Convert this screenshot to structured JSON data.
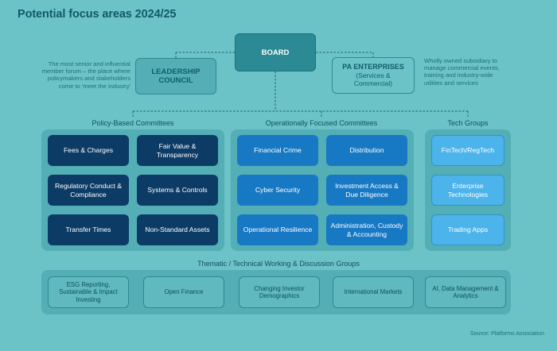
{
  "title": "Potential focus areas 2024/25",
  "board": "BOARD",
  "leadership": {
    "line1": "LEADERSHIP",
    "line2": "COUNCIL"
  },
  "leadership_note": [
    "The most senior and influential",
    "member forum – the place where",
    "policymakers and stakeholders",
    "come to 'meet the industry'"
  ],
  "pae": {
    "line1": "PA ENTERPRISES",
    "line2": "(Services &",
    "line3": "Commercial)"
  },
  "pae_note": [
    "Wholly owned subsidiary to",
    "manage commercial events,",
    "training and industry-wide",
    "utilities and services"
  ],
  "groups": {
    "policy": {
      "label": "Policy-Based Committees",
      "items": [
        "Fees & Charges",
        "Fair Value & Transparency",
        "Regulatory Conduct & Compliance",
        "Systems & Controls",
        "Transfer Times",
        "Non-Standard Assets"
      ]
    },
    "operational": {
      "label": "Operationally Focused Committees",
      "items": [
        "Financial Crime",
        "Distribution",
        "Cyber Security",
        "Investment Access & Due Diligence",
        "Operational Resilience",
        "Administration, Custody & Accounting"
      ]
    },
    "tech": {
      "label": "Tech Groups",
      "items": [
        "FinTech/RegTech",
        "Enterprise Technologies",
        "Trading Apps"
      ]
    }
  },
  "thematic": {
    "label": "Thematic / Technical Working & Discussion Groups",
    "items": [
      "ESG Reporting, Sustainable & Impact Investing",
      "Open Finance",
      "Changing Investor Demographics",
      "International Markets",
      "AI, Data Management & Analytics"
    ]
  },
  "source": "Source: Platforms Association",
  "colors": {
    "background": "#6cc3c7",
    "policy_box": "#0c3b66",
    "operational_box": "#1779c4",
    "tech_box": "#4cb4ea",
    "board": "#2b8a94"
  }
}
